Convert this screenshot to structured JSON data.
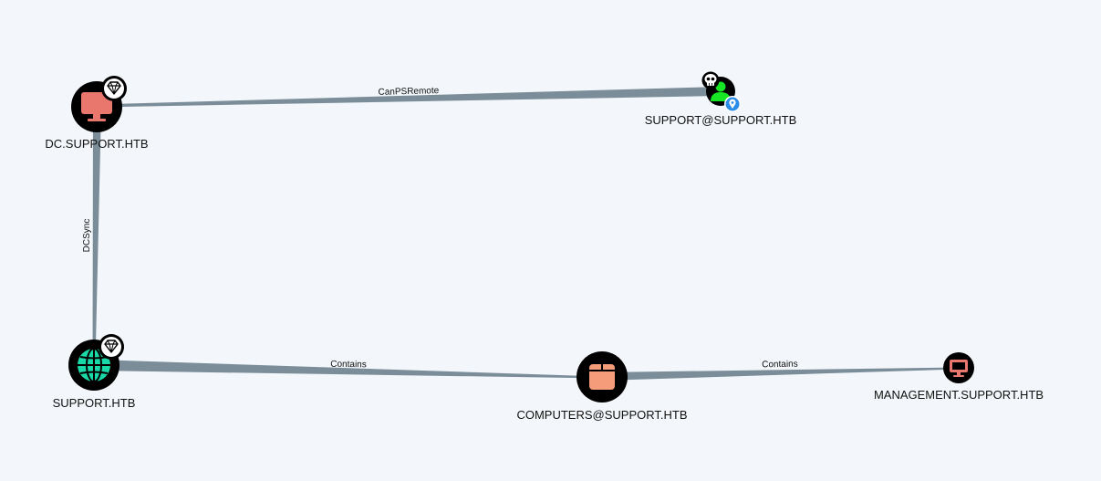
{
  "graph": {
    "nodes": {
      "dc": {
        "label": "DC.SUPPORT.HTB",
        "type": "Computer",
        "icon": "desktop-monitor-icon",
        "badge": "high-value-diamond-icon",
        "icon_color": "#e9776e"
      },
      "support_user": {
        "label": "SUPPORT@SUPPORT.HTB",
        "type": "User",
        "icon": "user-icon",
        "badges": [
          "owned-skull-icon",
          "starting-node-pin-icon"
        ],
        "icon_color": "#17e625"
      },
      "domain": {
        "label": "SUPPORT.HTB",
        "type": "Domain",
        "icon": "globe-icon",
        "badge": "high-value-diamond-icon",
        "icon_color": "#19d9a8"
      },
      "computers_ou": {
        "label": "COMPUTERS@SUPPORT.HTB",
        "type": "Container",
        "icon": "box-icon",
        "icon_color": "#f59c7a"
      },
      "management": {
        "label": "MANAGEMENT.SUPPORT.HTB",
        "type": "Computer",
        "icon": "desktop-monitor-icon",
        "icon_color": "#e9776e"
      }
    },
    "edges": {
      "canpsremote": {
        "label": "CanPSRemote",
        "from": "SUPPORT@SUPPORT.HTB",
        "to": "DC.SUPPORT.HTB"
      },
      "dcsync": {
        "label": "DCSync",
        "from": "DC.SUPPORT.HTB",
        "to": "SUPPORT.HTB"
      },
      "contains_1": {
        "label": "Contains",
        "from": "SUPPORT.HTB",
        "to": "COMPUTERS@SUPPORT.HTB"
      },
      "contains_2": {
        "label": "Contains",
        "from": "COMPUTERS@SUPPORT.HTB",
        "to": "MANAGEMENT.SUPPORT.HTB"
      }
    }
  },
  "colors": {
    "background": "#f3f6fa",
    "edge": "#7a8d99",
    "node_circle": "#000000",
    "text": "#111111",
    "pin": "#2b8ce6"
  }
}
